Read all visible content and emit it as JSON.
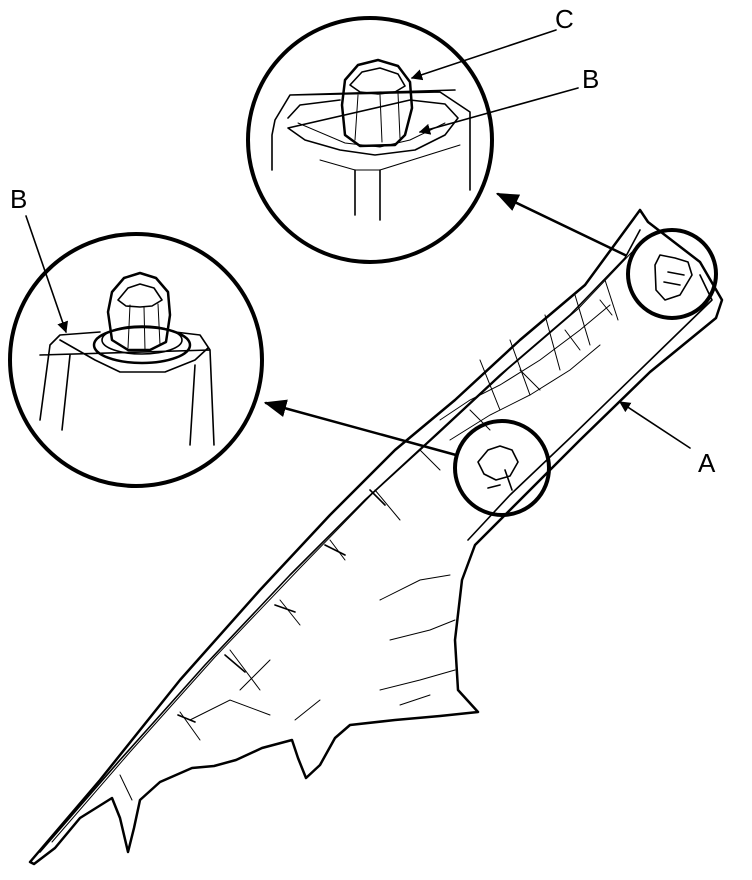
{
  "labels": {
    "part_a": "A",
    "clip_b_left": "B",
    "clip_b_top": "B",
    "clip_c": "C"
  }
}
